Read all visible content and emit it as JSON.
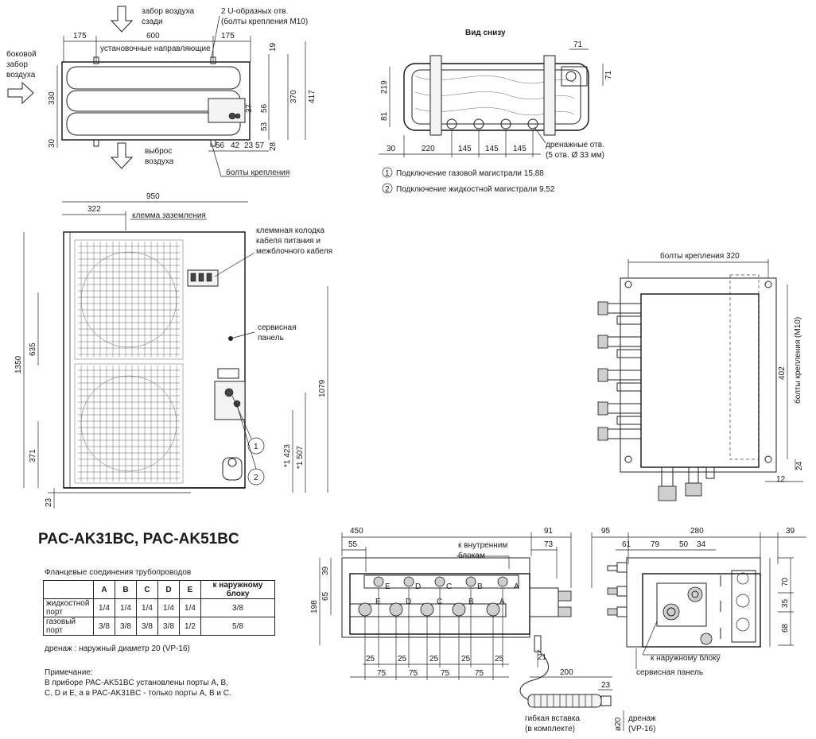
{
  "top_view": {
    "intake_rear": "забор воздуха\nсзади",
    "intake_side": "боковой\nзабор\nвоздуха",
    "exhaust": "выброс\nвоздуха",
    "u_holes": "2 U-образных отв.\n(болты крепления М10)",
    "mount_guides": "установочные направляющие",
    "mount_bolts": "болты крепления",
    "dims": {
      "d175a": "175",
      "d600": "600",
      "d175b": "175",
      "d330": "330",
      "d30": "30",
      "d19": "19",
      "d370": "370",
      "d417": "417",
      "d37": "37",
      "d56v": "56",
      "d53": "53",
      "d28": "28",
      "d56h": "56",
      "d42": "42",
      "d23": "23",
      "d57": "57"
    }
  },
  "bottom_view": {
    "title": "Вид снизу",
    "drain": "дренажные отв.\n(5 отв. Ø 33 мм)",
    "legend": [
      "Подключение газовой магистрали 15,88",
      "Подключение жидкостной магистрали 9,52"
    ],
    "dims": {
      "d71h": "71",
      "d71v": "71",
      "d219": "219",
      "d81": "81",
      "d30": "30",
      "d220": "220",
      "d145a": "145",
      "d145b": "145",
      "d145c": "145"
    }
  },
  "front_view": {
    "ground": "клемма заземления",
    "terminal": "клеммная колодка\nкабеля питания и\nмежблочного кабеля",
    "service": "сервисная\nпанель",
    "markers": [
      "1",
      "2"
    ],
    "dims": {
      "d950": "950",
      "d322": "322",
      "d1350": "1350",
      "d635": "635",
      "d371": "371",
      "d23": "23",
      "d1079": "1079",
      "d1423": "*1 423",
      "d1507": "*1 507"
    }
  },
  "branch_side": {
    "bolts": "болты крепления 320",
    "bolts_v": "болты крепления (М10)",
    "dims": {
      "d402": "402",
      "d24": "24",
      "d12": "12"
    }
  },
  "model": "PAC-AK31BC, PAC-AK51BC",
  "table": {
    "caption": "Фланцевые соединения трубопроводов",
    "headers": [
      "",
      "A",
      "B",
      "C",
      "D",
      "E",
      "к наружному блоку"
    ],
    "rows": [
      {
        "label": "жидкостной\nпорт",
        "values": [
          "1/4",
          "1/4",
          "1/4",
          "1/4",
          "1/4",
          "3/8"
        ]
      },
      {
        "label": "газовый\nпорт",
        "values": [
          "3/8",
          "3/8",
          "3/8",
          "3/8",
          "1/2",
          "5/8"
        ]
      }
    ],
    "drain_note": "дренаж : наружный диаметр 20  (VP-16)",
    "note_title": "Примечание:",
    "note_text": "В приборе PAC-AK51BC установлены порты A, B,\nC, D и E, а в PAC-AK31BC - только порты A, B и C."
  },
  "branch_front": {
    "to_indoor": "к внутренним\nблокам",
    "flex": "гибкая вставка\n(в комплекте)",
    "drain": "дренаж\n(VP-16)",
    "port_letters": [
      "E",
      "D",
      "C",
      "B",
      "A"
    ],
    "dims": {
      "d450": "450",
      "d91": "91",
      "d55": "55",
      "d73": "73",
      "d39": "39",
      "d65": "65",
      "d198": "198",
      "d25a": "25",
      "d25b": "25",
      "d25c": "25",
      "d25d": "25",
      "d25e": "25",
      "d21": "21",
      "d75a": "75",
      "d75b": "75",
      "d75c": "75",
      "d75d": "75",
      "d200": "200",
      "d23": "23",
      "d20": "ø20"
    }
  },
  "branch_end": {
    "to_outdoor": "к наружному блоку",
    "service": "сервисная панель",
    "dims": {
      "d95": "95",
      "d280": "280",
      "d39": "39",
      "d61": "61",
      "d79": "79",
      "d50": "50",
      "d34": "34",
      "d70": "70",
      "d35": "35",
      "d68": "68"
    }
  }
}
